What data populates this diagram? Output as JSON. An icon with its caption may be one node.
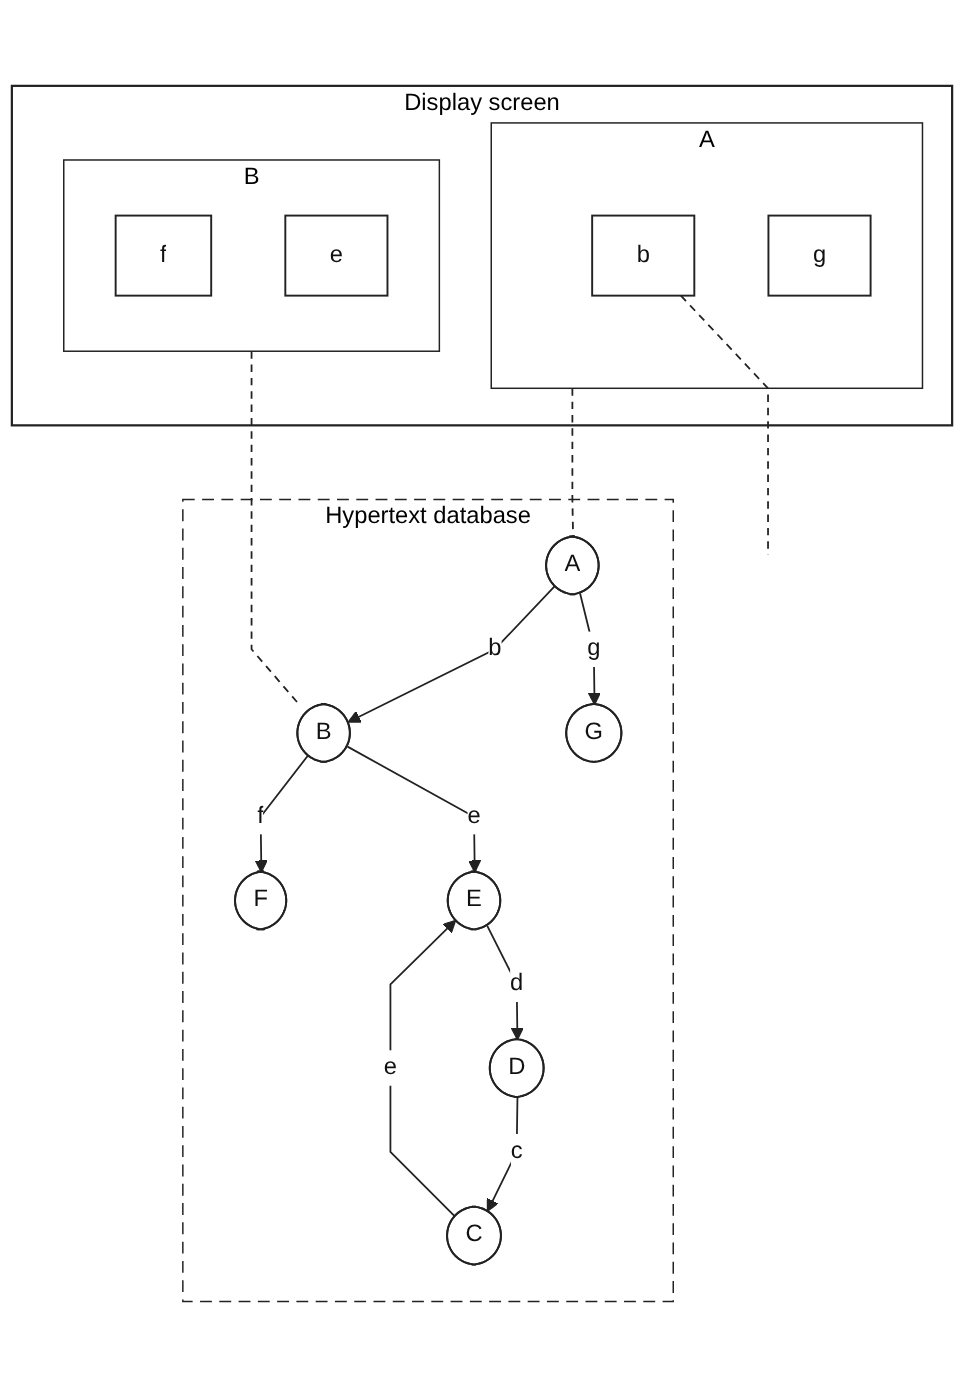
{
  "diagram": {
    "nodes": [
      {
        "text": [
          "Display screen"
        ]
      },
      {
        "text": [
          "A"
        ],
        "in": 0
      },
      {
        "text": [
          "b"
        ],
        "in": 1
      },
      {
        "text": [
          "g"
        ],
        "in": 1
      },
      {
        "text": [
          "B"
        ],
        "in": 0
      },
      {
        "text": [
          "f"
        ],
        "in": 4
      },
      {
        "text": [
          "e"
        ],
        "in": 4
      },
      {
        "text": [
          "Hypertext database"
        ]
      },
      {
        "text": [
          "A"
        ],
        "in": 7
      },
      {
        "text": [
          "C"
        ],
        "in": 7
      },
      {
        "text": [
          "B"
        ],
        "in": 7
      },
      {
        "text": [
          "D"
        ],
        "in": 7
      },
      {
        "text": [
          "G"
        ],
        "in": 7
      },
      {
        "text": [
          "F"
        ],
        "in": 7
      },
      {
        "text": [
          "E"
        ],
        "in": 7
      }
    ],
    "edges": [
      {
        "from": 1,
        "to": 8,
        "arrow": "none",
        "style": "dashed"
      },
      {
        "from": 2,
        "to": null,
        "arrow": "none",
        "style": "dashed"
      },
      {
        "from": 4,
        "to": 10,
        "arrow": "none",
        "style": "dashed"
      },
      {
        "from": 8,
        "to": 10,
        "arrow": "to",
        "label": "b"
      },
      {
        "from": 8,
        "to": 12,
        "arrow": "to",
        "label": "g"
      },
      {
        "from": 10,
        "to": 13,
        "arrow": "to",
        "label": "f"
      },
      {
        "from": 10,
        "to": 14,
        "arrow": "to",
        "label": "e"
      },
      {
        "from": 9,
        "to": 14,
        "arrow": "to",
        "label": "e"
      },
      {
        "from": 14,
        "to": 11,
        "arrow": "to",
        "label": "d"
      },
      {
        "from": 11,
        "to": 9,
        "arrow": "to",
        "label": "c"
      }
    ]
  }
}
